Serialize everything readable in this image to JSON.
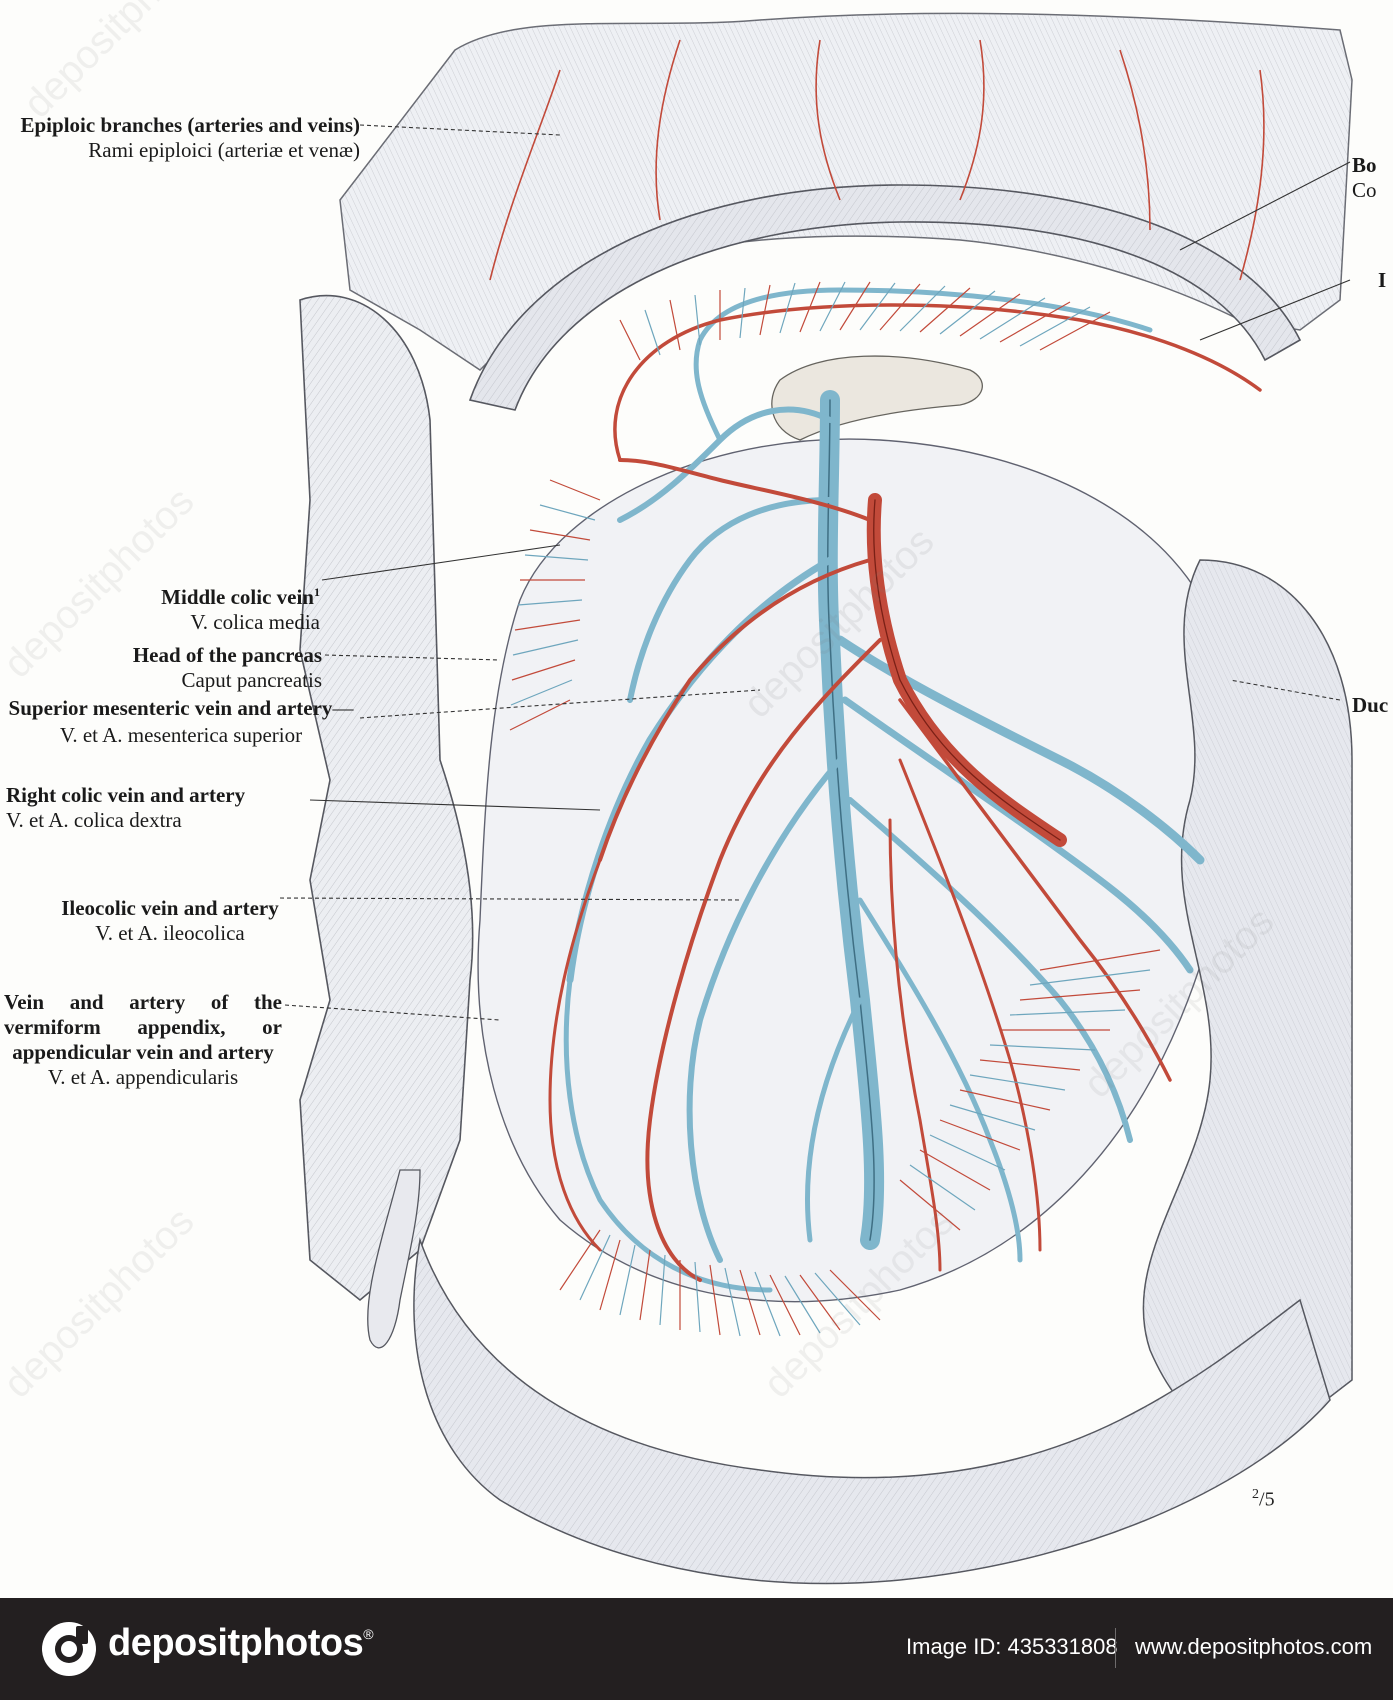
{
  "labels": {
    "epiploic": {
      "en": "Epiploic branches (arteries and veins)",
      "la": "Rami epiploici (arteriæ et venæ)"
    },
    "middle_colic": {
      "en": "Middle colic vein",
      "sup": "1",
      "la": "V. colica media"
    },
    "head_pancreas": {
      "en": "Head of the pancreas",
      "la": "Caput pancreatis"
    },
    "sup_mesenteric": {
      "en_bold": "Superior mesenteric vein and artery",
      "en_rest": "—V. et A. mesenterica superior"
    },
    "right_colic": {
      "en": "Right colic vein and artery",
      "la": "V. et A. colica dextra"
    },
    "ileocolic": {
      "en": "Ileocolic vein and artery",
      "la": "V. et A. ileocolica"
    },
    "appendix": {
      "en": "Vein and artery of the vermiform appendix, or appendicular vein and artery",
      "la": "V. et A. appendicularis"
    }
  },
  "right_labels": {
    "top": {
      "line1": "Bo",
      "line2": "Co"
    },
    "mid": {
      "line1": "I"
    },
    "duo": {
      "line1": "Duc"
    }
  },
  "scale": {
    "num": "2",
    "den": "5"
  },
  "footer": {
    "logo": "depositphotos",
    "trademark": "®",
    "image_id": "Image ID: 435331808",
    "site": "www.depositphotos.com"
  },
  "colors": {
    "vein": "#7fb6cc",
    "artery": "#c24a3a",
    "footer_bg": "#231f20"
  }
}
